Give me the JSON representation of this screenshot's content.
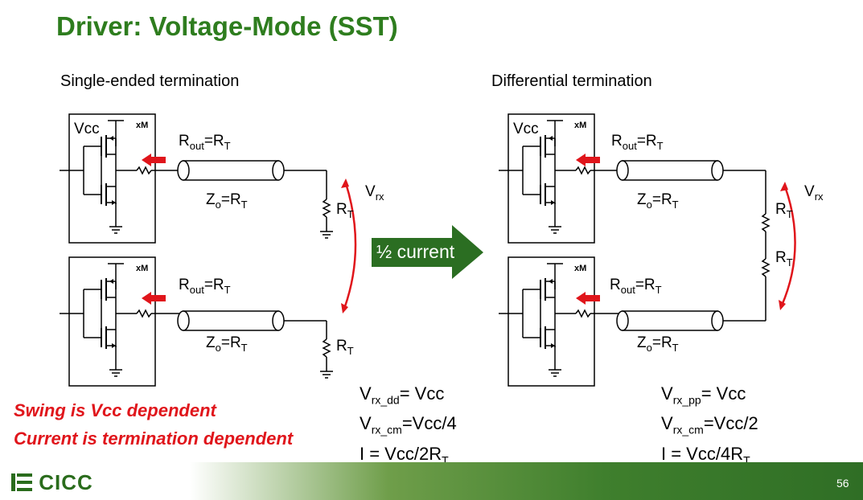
{
  "slide": {
    "title": "Driver: Voltage-Mode (SST)",
    "page_number": "56",
    "logo_text": "CICC"
  },
  "left": {
    "heading": "Single-ended termination",
    "vcc": "Vcc",
    "xm": "xM",
    "rout": "R",
    "rout_sub": "out",
    "rout_eq": "=R",
    "rout_sub2": "T",
    "zo": "Z",
    "zo_sub": "o",
    "zo_eq": "=R",
    "zo_sub2": "T",
    "rt": "R",
    "rt_sub": "T",
    "vrx": "V",
    "vrx_sub": "rx"
  },
  "right": {
    "heading": "Differential termination",
    "vcc": "Vcc",
    "xm": "xM"
  },
  "arrow_label": "½ current",
  "notes": {
    "line1": "Swing is Vcc dependent",
    "line2": "Current is termination dependent"
  },
  "equations_left": {
    "l1_a": "V",
    "l1_sub": "rx_dd",
    "l1_b": "= Vcc",
    "l2_a": "V",
    "l2_sub": "rx_cm",
    "l2_b": "=Vcc/4",
    "l3_a": "I = Vcc/2R",
    "l3_sub": "T"
  },
  "equations_right": {
    "l1_a": "V",
    "l1_sub": "rx_pp",
    "l1_b": "= Vcc",
    "l2_a": "V",
    "l2_sub": "rx_cm",
    "l2_b": "=Vcc/2",
    "l3_a": "I = Vcc/4R",
    "l3_sub": "T"
  },
  "colors": {
    "title": "#2e7d1e",
    "accent_red": "#e0151b",
    "arrow_green": "#2b6e22"
  }
}
